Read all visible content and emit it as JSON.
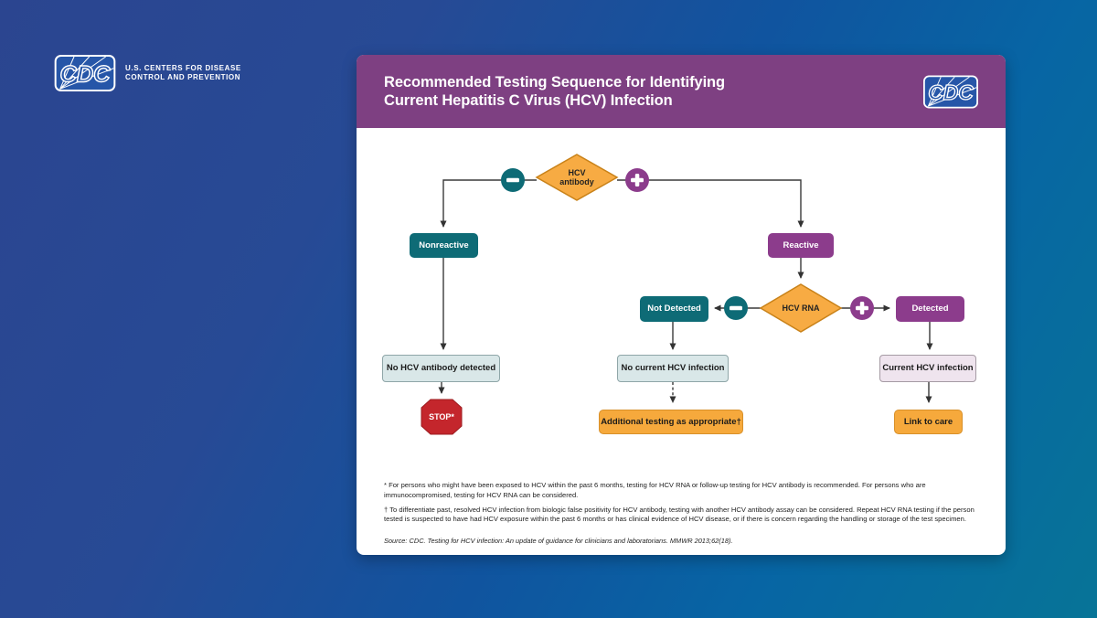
{
  "brand": {
    "logo_text": "CDC",
    "agency_line1": "U.S. CENTERS FOR DISEASE",
    "agency_line2": "CONTROL AND PREVENTION"
  },
  "card": {
    "header": {
      "title_line1": "Recommended Testing Sequence for Identifying",
      "title_line2": "Current Hepatitis C Virus (HCV) Infection",
      "logo_text": "CDC"
    },
    "flow": {
      "hcv_antibody_line1": "HCV",
      "hcv_antibody_line2": "antibody",
      "nonreactive": "Nonreactive",
      "reactive": "Reactive",
      "hcv_rna": "HCV RNA",
      "not_detected": "Not Detected",
      "detected": "Detected",
      "no_hcv_antibody": "No HCV antibody detected",
      "stop": "STOP*",
      "no_current": "No current HCV infection",
      "additional_testing": "Additional testing as appropriate†",
      "current_infection": "Current HCV infection",
      "link_to_care": "Link to care",
      "icons": {
        "negative": "minus-icon",
        "positive": "plus-icon"
      }
    },
    "footnotes": [
      "* For persons who might have been exposed to HCV within the past 6 months, testing for HCV RNA or follow-up testing for HCV antibody is recommended. For persons who are immunocompromised, testing for HCV RNA can be considered.",
      "† To differentiate past, resolved HCV infection from biologic false positivity for HCV antibody, testing with another HCV antibody assay can be considered. Repeat HCV RNA testing if the person tested is suspected to have had HCV exposure within the past 6 months or has clinical evidence of HCV disease, or if there is concern regarding the handling or storage of the test specimen."
    ],
    "source": "Source: CDC. Testing for HCV infection: An update of guidance for clinicians and laboratorians. MMWR 2013;62(18)."
  },
  "colors": {
    "background_navy": "#2B4590",
    "background_teal": "#077497",
    "header_purple": "#7E4082",
    "node_teal": "#0E6B76",
    "node_purple": "#8C3C8C",
    "diamond_orange": "#F7AB43",
    "diamond_border": "#C98219",
    "action_orange": "#F6A93C",
    "result_light_blue": "#D9E7E8",
    "result_light_pink": "#EFE4EE",
    "stop_red": "#C4262C",
    "logo_blue": "#2656A8",
    "connector": "#3A3A3A"
  }
}
